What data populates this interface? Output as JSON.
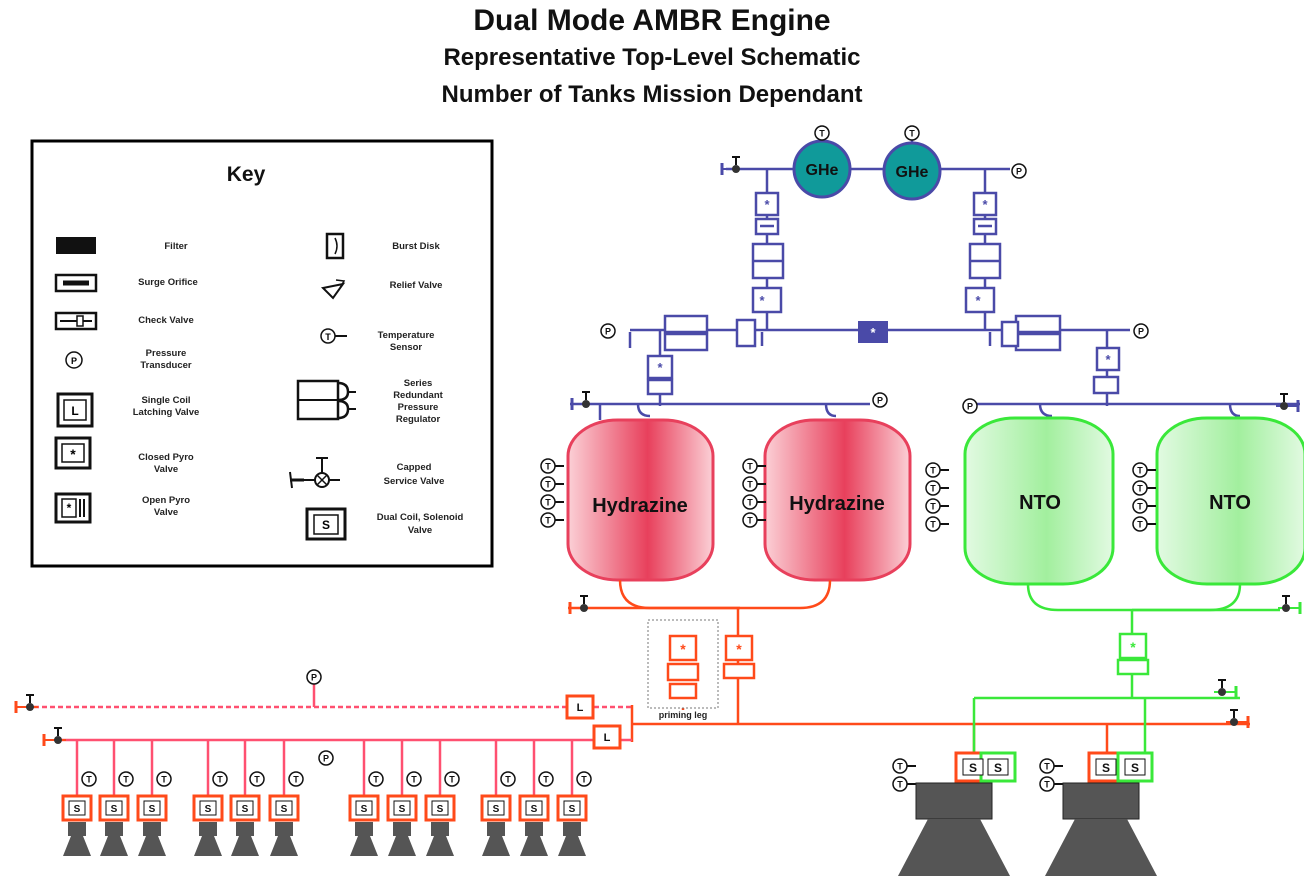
{
  "title": {
    "line1": "Dual Mode AMBR Engine",
    "line2": "Representative Top-Level Schematic",
    "line3": "Number of Tanks Mission Dependant"
  },
  "key": {
    "heading": "Key",
    "filter": "Filter",
    "surge_orifice": "Surge Orifice",
    "check_valve": "Check Valve",
    "pressure_transducer": [
      "Pressure",
      "Transducer"
    ],
    "single_coil": [
      "Single Coil",
      "Latching Valve"
    ],
    "closed_pyro": [
      "Closed Pyro",
      "Valve"
    ],
    "open_pyro": [
      "Open Pyro",
      "Valve"
    ],
    "burst_disk": "Burst Disk",
    "relief_valve": "Relief Valve",
    "temperature_sensor": [
      "Temperature",
      "Sensor"
    ],
    "series_regulator": [
      "Series",
      "Redundant",
      "Pressure",
      "Regulator"
    ],
    "capped_service_valve": [
      "Capped",
      "Service Valve"
    ],
    "dual_coil": [
      "Dual Coil, Solenoid",
      "Valve"
    ]
  },
  "symbols": {
    "pressure": "P",
    "temperature": "T",
    "latching": "L",
    "solenoid": "S",
    "pyro": "*"
  },
  "tanks": {
    "ghe": [
      "GHe",
      "GHe"
    ],
    "hydrazine": [
      "Hydrazine",
      "Hydrazine"
    ],
    "nto": [
      "NTO",
      "NTO"
    ]
  },
  "priming_leg": "priming leg",
  "colors": {
    "pressurant": "#4a4aa8",
    "ghe_fill": "#109a9a",
    "fuel": "#ff4a1a",
    "hydrazine_fill": "#f4a0a8",
    "oxidizer": "#3ae83a",
    "nto_fill": "#aef2ae",
    "feed_line": "#ff5070"
  }
}
